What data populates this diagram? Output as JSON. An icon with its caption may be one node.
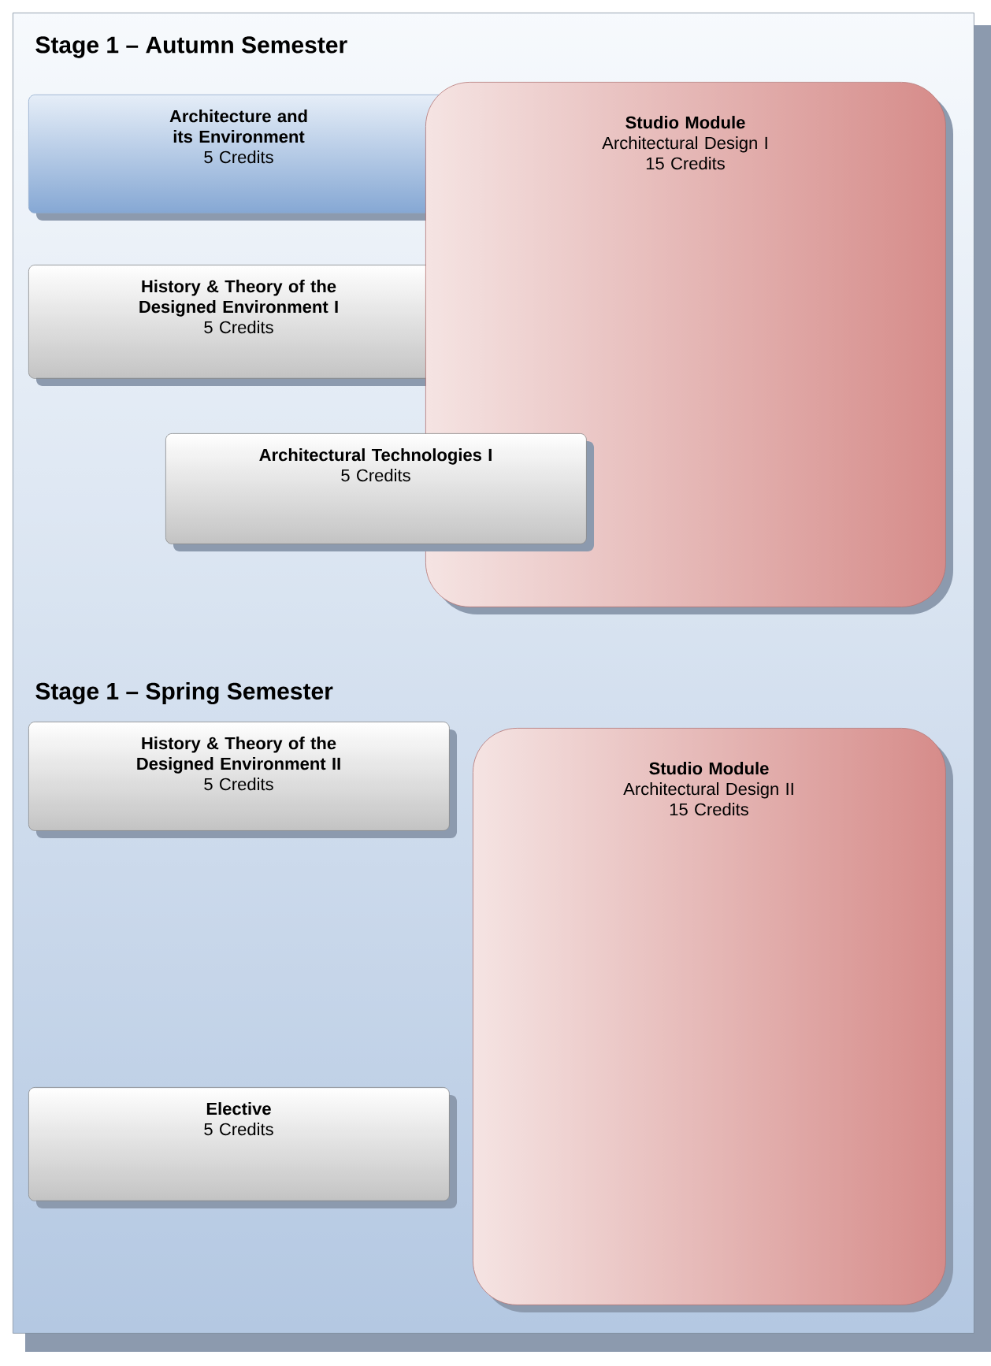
{
  "diagram": {
    "nodes": [
      {
        "text": [
          "Stage 1 – Autumn Semester",
          "Stage 1 – Spring Semester"
        ]
      },
      {
        "text": [
          "Architecture and its Environment",
          "5 Credits"
        ],
        "in": 0
      },
      {
        "text": [
          "History & Theory of the Designed Environment I",
          "5 Credits"
        ],
        "in": 0
      },
      {
        "text": [
          "Studio Module",
          "Architectural Design I",
          "15 Credits"
        ],
        "in": 0
      },
      {
        "text": [
          "Architectural Technologies I",
          "5 Credits"
        ],
        "in": 0
      },
      {
        "text": [
          "History & Theory of the Designed Environment II",
          "5 Credits"
        ],
        "in": 0
      },
      {
        "text": [
          "Studio Module",
          "Architectural Design II",
          "15 Credits"
        ],
        "in": 0
      },
      {
        "text": [
          "Elective",
          "5 Credits"
        ],
        "in": 0
      }
    ]
  }
}
